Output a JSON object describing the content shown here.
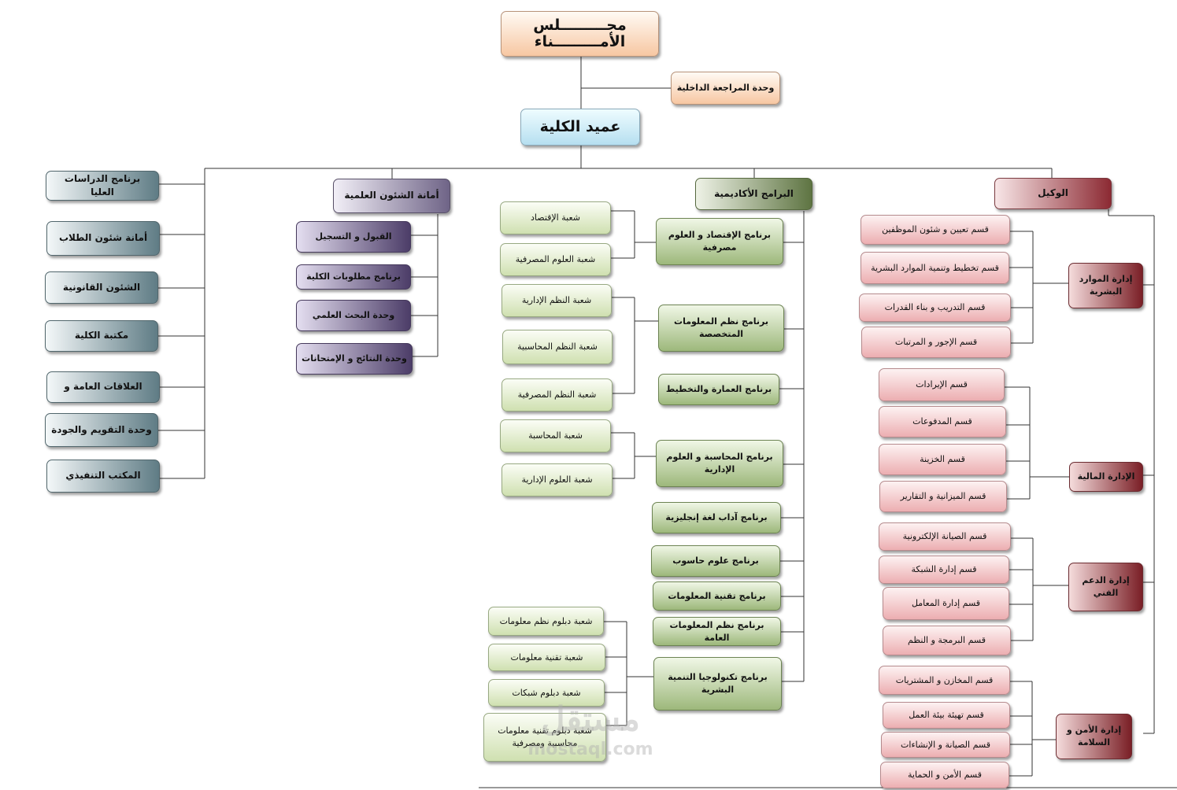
{
  "board": {
    "line1": "مجـــــــــلس",
    "line2": "الأمـــــــــناء"
  },
  "audit": "وحدة المراجعة الداخلية",
  "dean": "عميد الكلية",
  "left_units": [
    "برنامج الدراسات العليا",
    "أمانة شئون الطلاب",
    "الشئون القانونية",
    "مكتبة الكلية",
    "العلاقات العامة و",
    "وحدة التقويم والجودة",
    "المكتب التنفيذي"
  ],
  "scientific": {
    "head": "أمانة الشئون العلمية",
    "items": [
      "القبول و التسجيل",
      "برنامج مطلوبات الكلية",
      "وحدة البحث العلمي",
      "وحدة النتائج و الإمتحانات"
    ]
  },
  "academic": {
    "head": "البرامج الأكاديمية",
    "programs": [
      "برنامج الإقتصاد و العلوم مصرفية",
      "برنامج نظم المعلومات المتخصصة",
      "برنامج العمارة والتخطيط",
      "برنامج المحاسبة و العلوم الإدارية",
      "برنامج آداب لغة إنجليزية",
      "برنامج علوم حاسوب",
      "برنامج تقنية المعلومات",
      "برنامج نظم المعلومات العامة",
      "برنامج تكنولوجيا التنمية البشرية"
    ],
    "divisions": [
      "شعبة الإقتصاد",
      "شعبة العلوم المصرفية",
      "شعبة النظم الإدارية",
      "شعبة النظم المحاسبية",
      "شعبة النظم المصرفية",
      "شعبة المحاسبة",
      "شعبة العلوم الإدارية",
      "شعبة دبلوم نظم معلومات",
      "شعبة تقنية معلومات",
      "شعبة دبلوم شبكات",
      "شعبة دبلوم تقنية معلومات محاسبية ومصرفية"
    ]
  },
  "deputy": {
    "head": "الوكيل",
    "hr": {
      "name": "إدارة الموارد البشرية",
      "items": [
        "قسم تعيين و شئون الموظفين",
        "قسم تخطيط وتنمية الموارد البشرية",
        "قسم التدريب و بناء القدرات",
        "قسم الإجور و المرتبات"
      ]
    },
    "finance": {
      "name": "الإدارة المالية",
      "items": [
        "قسم الإيرادات",
        "قسم المدفوعات",
        "قسم الخزينة",
        "قسم الميزانية و التقارير"
      ]
    },
    "tech": {
      "name": "إدارة الدعم الفني",
      "items": [
        "قسم الصيانة الإلكترونية",
        "قسم إدارة الشبكة",
        "قسم إدارة المعامل",
        "قسم البرمجة و النظم"
      ]
    },
    "safety": {
      "name": "إدارة الأمن و السلامة",
      "items": [
        "قسم المخازن و المشتريات",
        "قسم تهيئة بيئة العمل",
        "قسم الصيانة و الإنشاءات",
        "قسم الأمن و الحماية"
      ]
    }
  },
  "watermark": {
    "logo": "مستقل",
    "site": "mostaql.com"
  }
}
